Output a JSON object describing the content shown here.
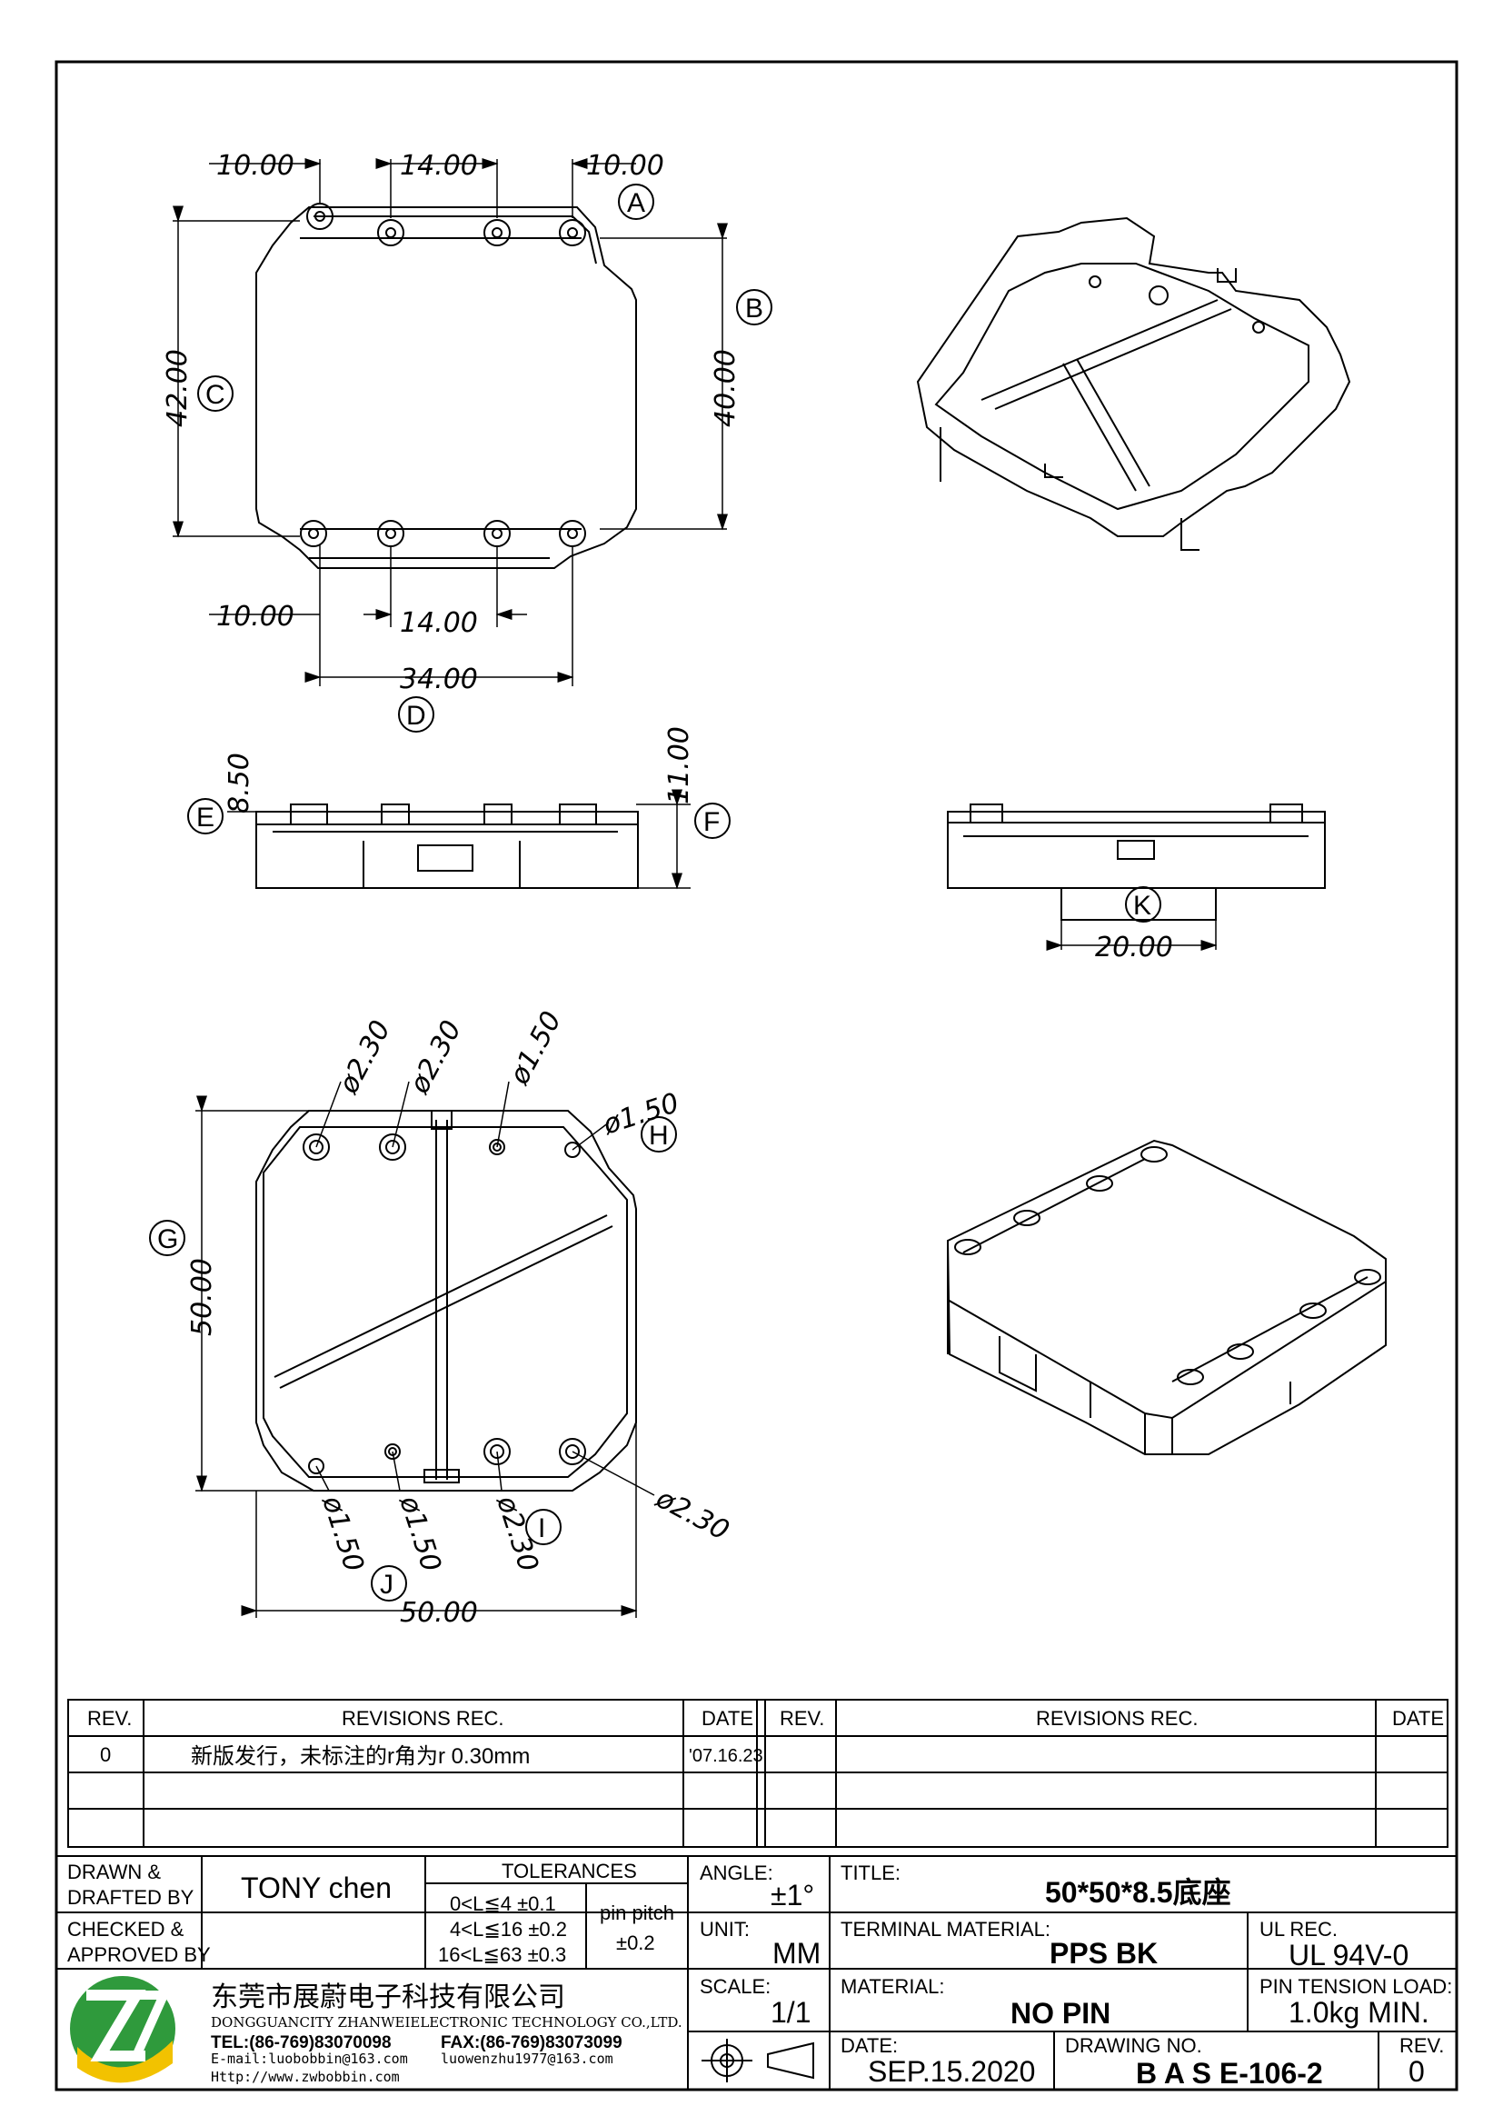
{
  "top_view": {
    "dims": {
      "d_top_left": "10.00",
      "d_top_mid": "14.00",
      "d_top_right": "10.00",
      "d_left_height": "42.00",
      "d_right_height": "40.00",
      "d_bottom_left": "10.00",
      "d_bottom_mid": "14.00",
      "d_bottom_total": "34.00"
    },
    "labels": {
      "A": "A",
      "B": "B",
      "C": "C",
      "D": "D"
    }
  },
  "side_view": {
    "dims": {
      "d_height_small": "8.50",
      "d_height_total": "11.00"
    },
    "labels": {
      "E": "E",
      "F": "F"
    }
  },
  "front_view": {
    "dims": {
      "d_width": "20.00"
    },
    "labels": {
      "K": "K"
    }
  },
  "bottom_view": {
    "dims": {
      "d_h1": "ø2.30",
      "d_h2": "ø2.30",
      "d_h3": "ø1.50",
      "d_h4": "ø1.50",
      "d_h5": "ø1.50",
      "d_h6": "ø1.50",
      "d_h7": "ø2.30",
      "d_h8": "ø2.30",
      "d_height": "50.00",
      "d_width": "50.00"
    },
    "labels": {
      "G": "G",
      "H": "H",
      "I": "I",
      "J": "J"
    }
  },
  "revisions": {
    "headers": {
      "rev": "REV.",
      "rec": "REVISIONS   REC.",
      "date": "DATE"
    },
    "rows": [
      {
        "rev": "0",
        "rec": "新版发行，未标注的r角为r 0.30mm",
        "date": "'07.16.23"
      }
    ]
  },
  "title_block": {
    "drawn_label": "DRAWN  &\nDRAFTED BY",
    "drawn_value": "TONY  chen",
    "checked_label": "CHECKED  &\nAPPROVED BY",
    "tolerances_label": "TOLERANCES",
    "tol_rows": [
      "0<L≦4   ±0.1",
      "4<L≦16  ±0.2",
      "16<L≦63  ±0.3"
    ],
    "pin_pitch_label": "pin  pitch",
    "pin_pitch_value": "±0.2",
    "angle_label": "ANGLE:",
    "angle_value": "±1°",
    "unit_label": "UNIT:",
    "unit_value": "MM",
    "scale_label": "SCALE:",
    "scale_value": "1/1",
    "title_label": "TITLE:",
    "title_value": "50*50*8.5底座",
    "terminal_label": "TERMINAL  MATERIAL:",
    "terminal_value": "PPS BK",
    "ul_label": "UL  REC.",
    "ul_value": "UL  94V-0",
    "material_label": "MATERIAL:",
    "material_value": "NO   PIN",
    "pin_tension_label": "PIN  TENSION  LOAD:",
    "pin_tension_value": "1.0kg  MIN.",
    "date_label": "DATE:",
    "date_value": "SEP.15.2020",
    "drawing_no_label": "DRAWING  NO.",
    "drawing_no_value": "B A S E-106-2",
    "rev_label": "REV.",
    "rev_value": "0",
    "company_cn": "东莞市展蔚电子科技有限公司",
    "company_en": "DONGGUANCITY  ZHANWEIELECTRONIC  TECHNOLOGY  CO.,LTD.",
    "tel": "TEL:(86-769)83070098",
    "fax": "FAX:(86-769)83073099",
    "email": "E-mail:luobobbin@163.com",
    "email2": "luowenzhu1977@163.com",
    "web": "Http://www.zwbobbin.com"
  },
  "colors": {
    "line": "#000000",
    "logo_green": "#2f9a3c",
    "logo_yellow": "#f2c200",
    "logo_orange": "#e8931c"
  }
}
